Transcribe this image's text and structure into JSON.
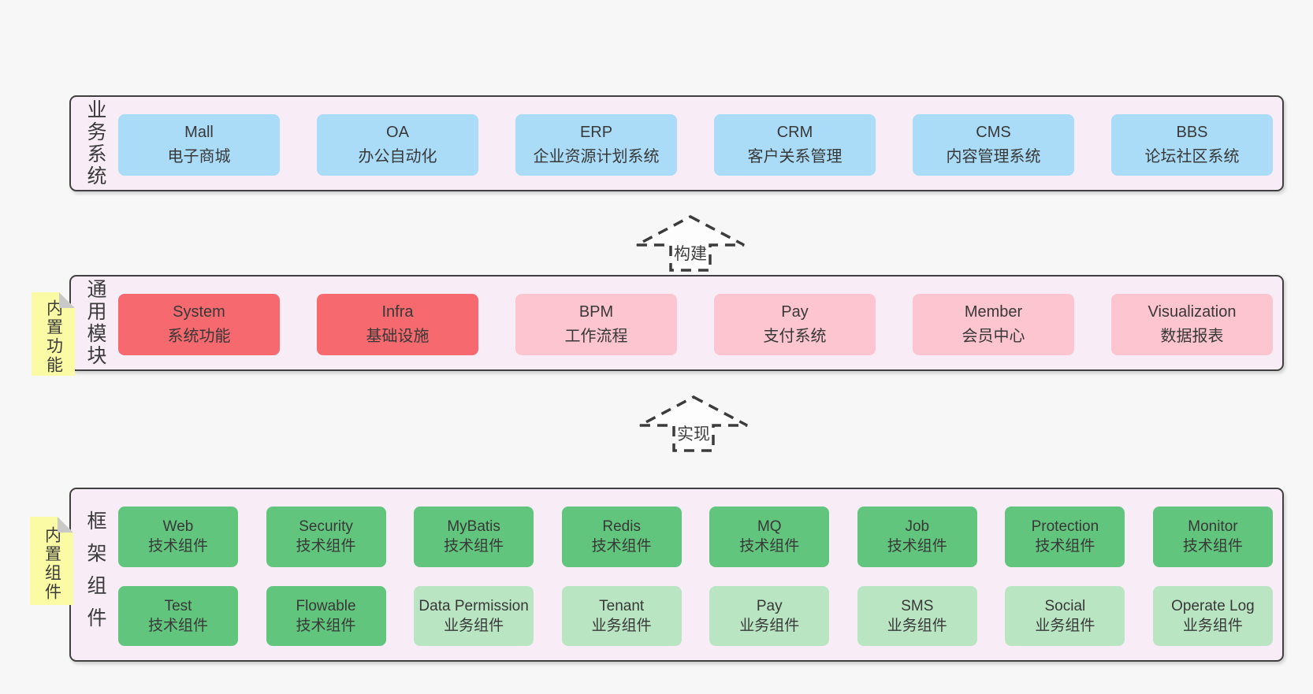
{
  "colors": {
    "background": "#f7f7f7",
    "band_fill": "#f8edf6",
    "band_border": "#404040",
    "blue": "#aadcf8",
    "red": "#f5696f",
    "pink": "#fcc5cf",
    "green": "#62c57d",
    "light_green": "#b9e5c3",
    "note_yellow": "#fbfba5",
    "text": "#383838"
  },
  "bands": [
    {
      "label": "业务系统",
      "rows": [
        [
          {
            "title": "Mall",
            "subtitle": "电子商城",
            "variant": "blue"
          },
          {
            "title": "OA",
            "subtitle": "办公自动化",
            "variant": "blue"
          },
          {
            "title": "ERP",
            "subtitle": "企业资源计划系统",
            "variant": "blue"
          },
          {
            "title": "CRM",
            "subtitle": "客户关系管理",
            "variant": "blue"
          },
          {
            "title": "CMS",
            "subtitle": "内容管理系统",
            "variant": "blue"
          },
          {
            "title": "BBS",
            "subtitle": "论坛社区系统",
            "variant": "blue"
          }
        ]
      ]
    },
    {
      "label": "通用模块",
      "rows": [
        [
          {
            "title": "System",
            "subtitle": "系统功能",
            "variant": "red"
          },
          {
            "title": "Infra",
            "subtitle": "基础设施",
            "variant": "red"
          },
          {
            "title": "BPM",
            "subtitle": "工作流程",
            "variant": "pink"
          },
          {
            "title": "Pay",
            "subtitle": "支付系统",
            "variant": "pink"
          },
          {
            "title": "Member",
            "subtitle": "会员中心",
            "variant": "pink"
          },
          {
            "title": "Visualization",
            "subtitle": "数据报表",
            "variant": "pink"
          }
        ]
      ]
    },
    {
      "label": "框架组件",
      "rows": [
        [
          {
            "title": "Web",
            "subtitle": "技术组件",
            "variant": "green"
          },
          {
            "title": "Security",
            "subtitle": "技术组件",
            "variant": "green"
          },
          {
            "title": "MyBatis",
            "subtitle": "技术组件",
            "variant": "green"
          },
          {
            "title": "Redis",
            "subtitle": "技术组件",
            "variant": "green"
          },
          {
            "title": "MQ",
            "subtitle": "技术组件",
            "variant": "green"
          },
          {
            "title": "Job",
            "subtitle": "技术组件",
            "variant": "green"
          },
          {
            "title": "Protection",
            "subtitle": "技术组件",
            "variant": "green"
          },
          {
            "title": "Monitor",
            "subtitle": "技术组件",
            "variant": "green"
          }
        ],
        [
          {
            "title": "Test",
            "subtitle": "技术组件",
            "variant": "green"
          },
          {
            "title": "Flowable",
            "subtitle": "技术组件",
            "variant": "green"
          },
          {
            "title": "Data Permission",
            "subtitle": "业务组件",
            "variant": "light_green"
          },
          {
            "title": "Tenant",
            "subtitle": "业务组件",
            "variant": "light_green"
          },
          {
            "title": "Pay",
            "subtitle": "业务组件",
            "variant": "light_green"
          },
          {
            "title": "SMS",
            "subtitle": "业务组件",
            "variant": "light_green"
          },
          {
            "title": "Social",
            "subtitle": "业务组件",
            "variant": "light_green"
          },
          {
            "title": "Operate Log",
            "subtitle": "业务组件",
            "variant": "light_green"
          }
        ]
      ]
    }
  ],
  "arrows": [
    {
      "label": "构建"
    },
    {
      "label": "实现"
    }
  ],
  "notes": [
    {
      "label": "内置功能"
    },
    {
      "label": "内置组件"
    }
  ]
}
